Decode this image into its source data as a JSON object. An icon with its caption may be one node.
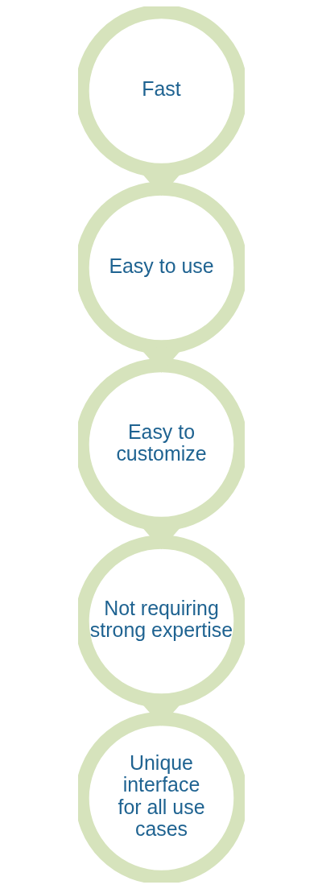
{
  "diagram": {
    "nodes": [
      {
        "text": [
          "Fast"
        ]
      },
      {
        "text": [
          "Easy to use"
        ]
      },
      {
        "text": [
          "Easy to customize"
        ]
      },
      {
        "text": [
          "Not requiring strong expertise"
        ]
      },
      {
        "text": [
          "Unique interface for all use cases"
        ]
      }
    ],
    "edges": [
      {
        "from": 0,
        "to": 1,
        "arrow": "to"
      },
      {
        "from": 1,
        "to": 2,
        "arrow": "to"
      },
      {
        "from": 2,
        "to": 3,
        "arrow": "to"
      },
      {
        "from": 3,
        "to": 4,
        "arrow": "to"
      }
    ]
  }
}
